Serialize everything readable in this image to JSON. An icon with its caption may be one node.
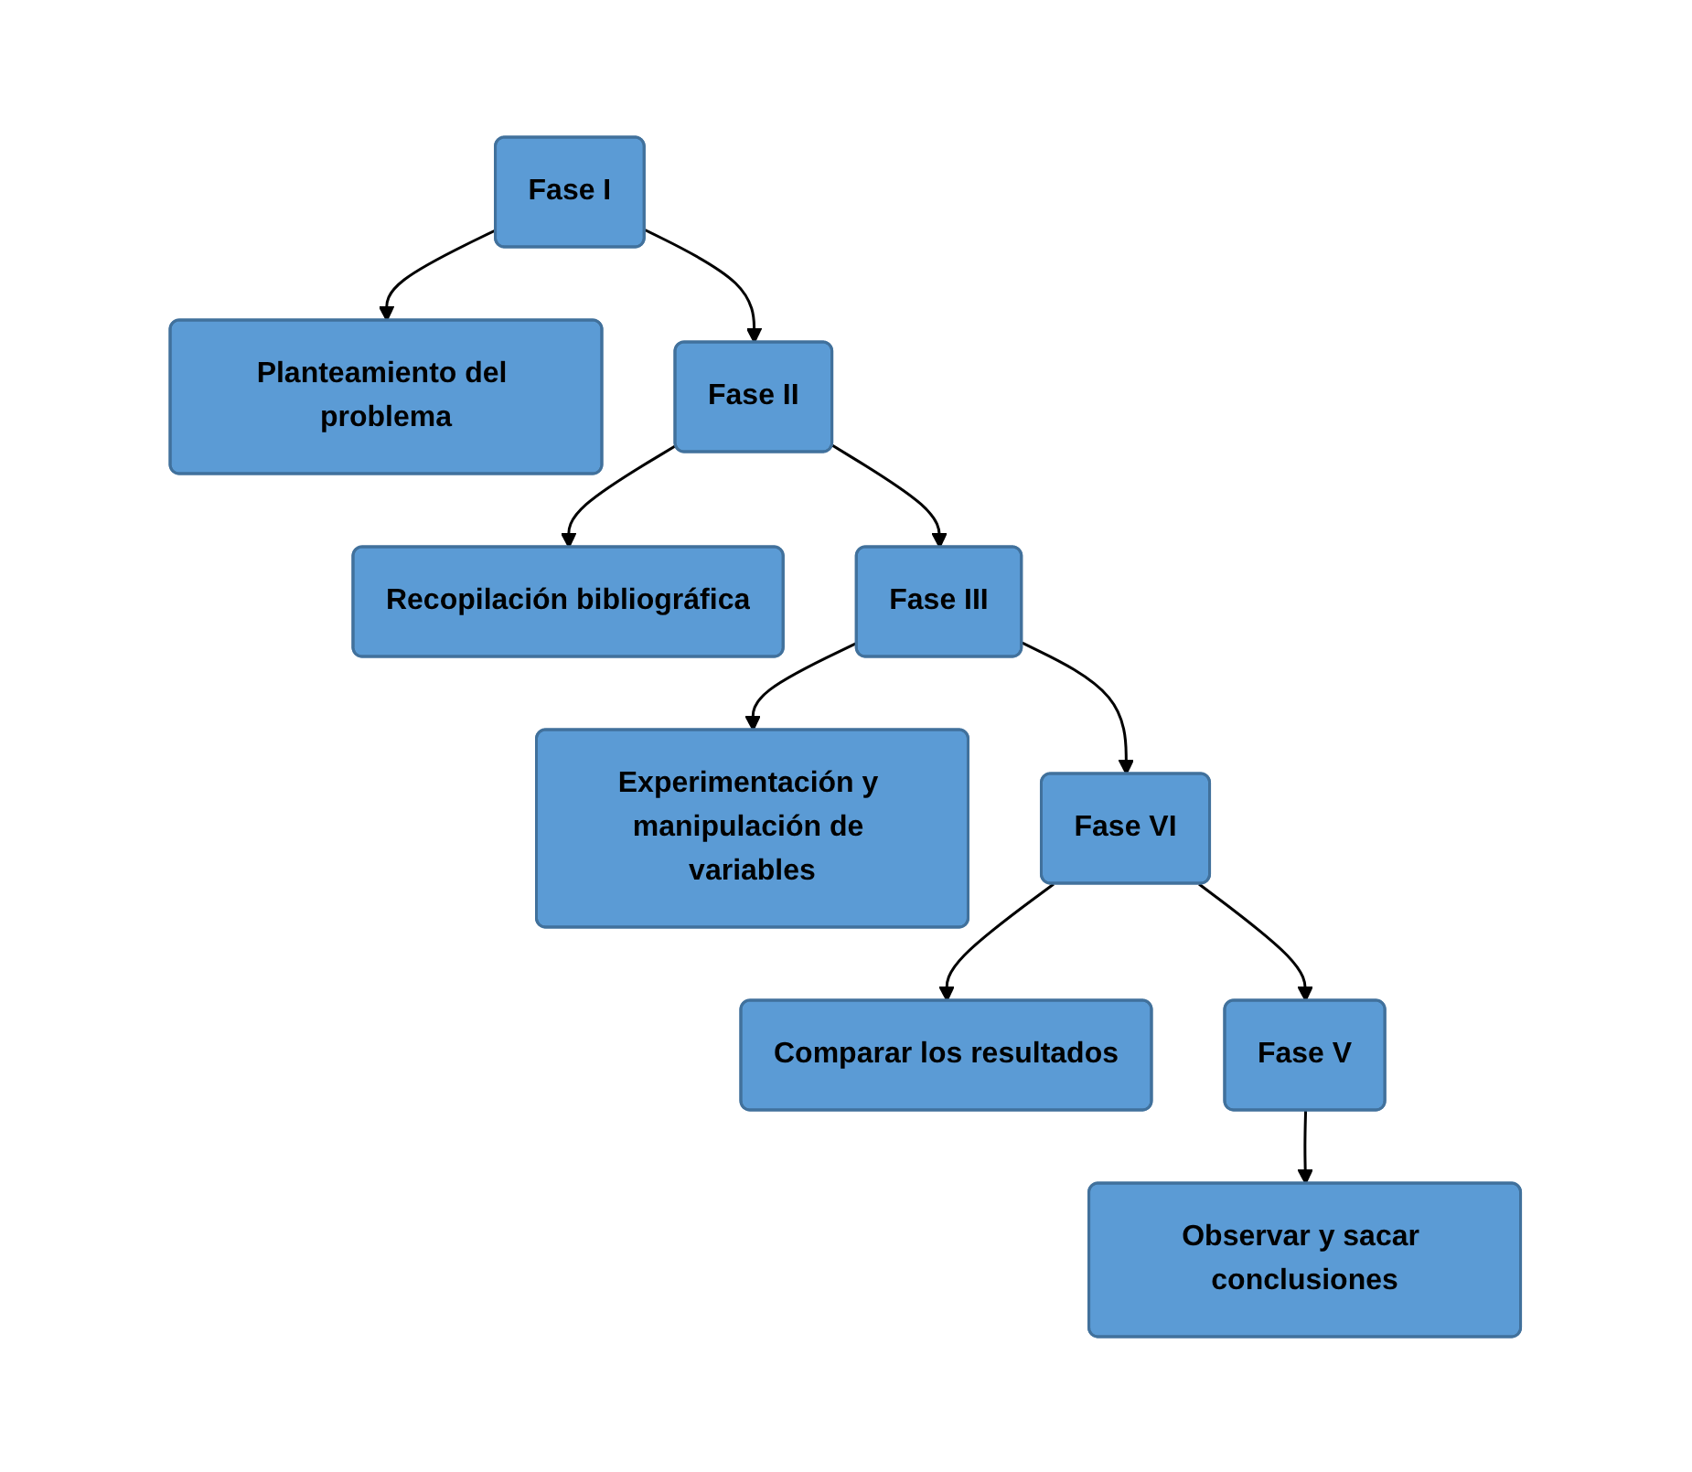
{
  "diagram": {
    "nodes": [
      {
        "text": [
          "Fase I"
        ]
      },
      {
        "text": [
          "Planteamiento del problema"
        ]
      },
      {
        "text": [
          "Fase II"
        ]
      },
      {
        "text": [
          "Recopilación bibliográfica"
        ]
      },
      {
        "text": [
          "Fase III"
        ]
      },
      {
        "text": [
          "Experimentación y manipulación de variables"
        ]
      },
      {
        "text": [
          "Fase VI"
        ]
      },
      {
        "text": [
          "Comparar los resultados"
        ]
      },
      {
        "text": [
          "Fase V"
        ]
      },
      {
        "text": [
          "Observar y sacar conclusiones"
        ]
      }
    ],
    "edges": [
      {
        "from": 0,
        "to": 1,
        "arrow": "to"
      },
      {
        "from": 0,
        "to": 2,
        "arrow": "to"
      },
      {
        "from": 2,
        "to": 3,
        "arrow": "to"
      },
      {
        "from": 2,
        "to": 4,
        "arrow": "to"
      },
      {
        "from": 4,
        "to": 5,
        "arrow": "to"
      },
      {
        "from": 4,
        "to": 6,
        "arrow": "to"
      },
      {
        "from": 6,
        "to": 7,
        "arrow": "to"
      },
      {
        "from": 6,
        "to": 8,
        "arrow": "to"
      },
      {
        "from": 8,
        "to": 9,
        "arrow": "to"
      }
    ]
  }
}
